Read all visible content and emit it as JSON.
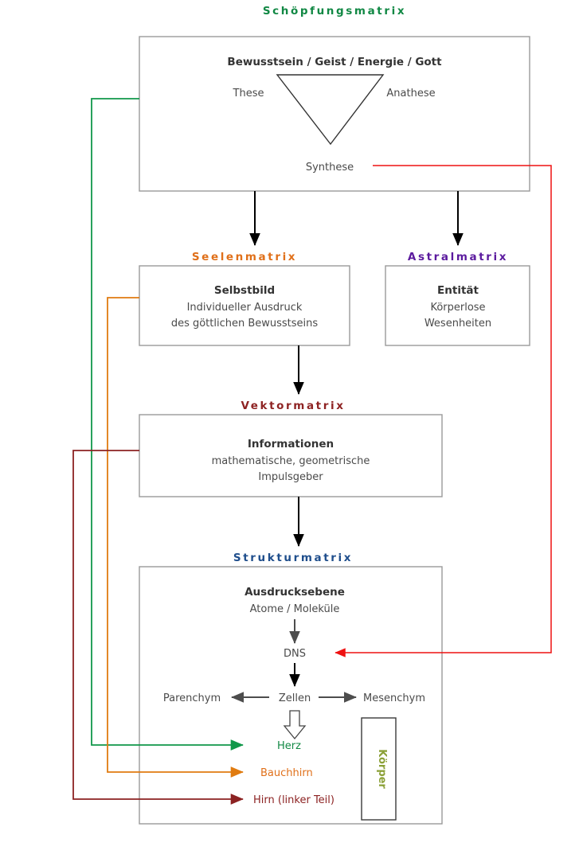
{
  "diagram": {
    "title": "Schöpfungsmatrix Diagramm",
    "colors": {
      "schoepfungsmatrix": "#118844",
      "seelenmatrix": "#e0701a",
      "astralmatrix": "#5b1a9e",
      "vektormatrix": "#8e2323",
      "strukturmatrix": "#1f4e8c",
      "synthese": "#ee1111",
      "dns": "#ee1111",
      "herz": "#118844",
      "bauchhirn": "#e0701a",
      "hirn": "#8c2222",
      "koerper": "#8ba037",
      "box_border": "#9a9a9a",
      "arrow_black": "#000000"
    },
    "matrices": {
      "schoepfung": {
        "title": "Schöpfungsmatrix",
        "heading": "Bewusstsein / Geist / Energie / Gott",
        "these": "These",
        "antithese": "Anathese",
        "synthese": "Synthese"
      },
      "seelen": {
        "title": "Seelenmatrix",
        "heading": "Selbstbild",
        "line1": "Individueller Ausdruck",
        "line2": "des göttlichen Bewusstseins"
      },
      "astral": {
        "title": "Astralmatrix",
        "heading": "Entität",
        "line1": "Körperlose",
        "line2": "Wesenheiten"
      },
      "vektor": {
        "title": "Vektormatrix",
        "heading": "Informationen",
        "line1": "mathematische, geometrische",
        "line2": "Impulsgeber"
      },
      "struktur": {
        "title": "Strukturmatrix",
        "heading": "Ausdrucksebene",
        "line1": "Atome / Moleküle",
        "dns": "DNS",
        "zellen": "Zellen",
        "parenchym": "Parenchym",
        "mesenchym": "Mesenchym",
        "herz": "Herz",
        "bauchhirn": "Bauchhirn",
        "hirn": "Hirn (linker Teil)",
        "koerper": "Körper"
      }
    }
  }
}
